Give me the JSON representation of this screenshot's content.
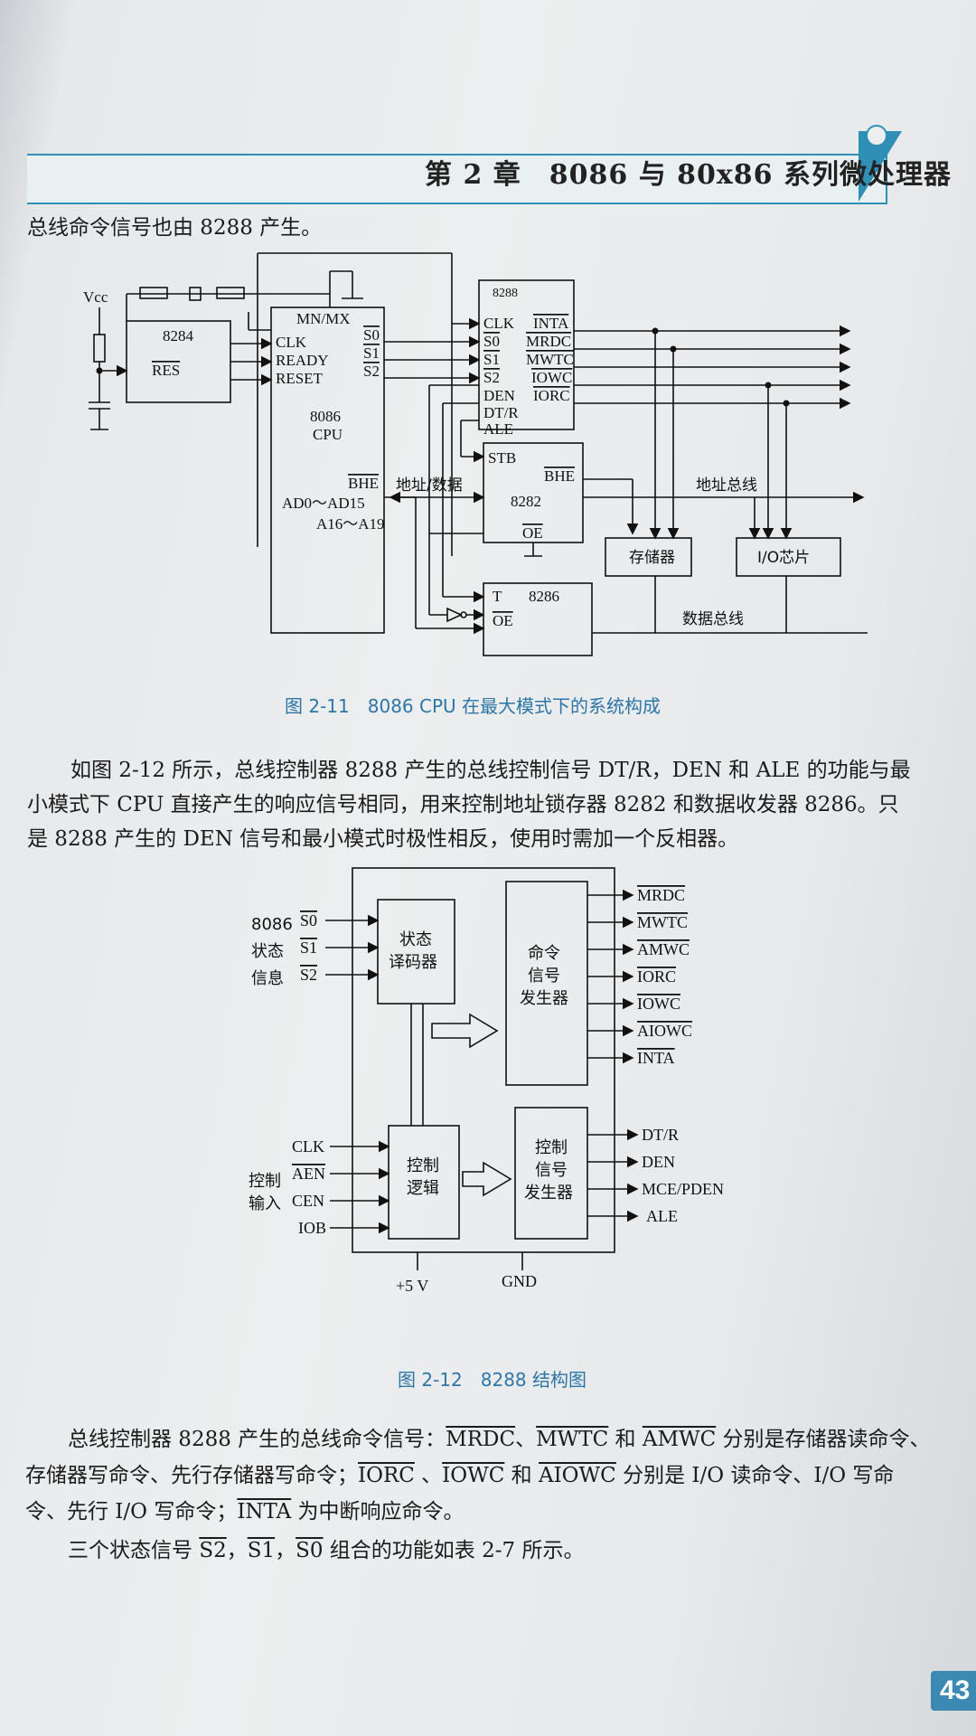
{
  "header": {
    "title": "第 2 章　8086 与 80x86 系列微处理器"
  },
  "intro_line": "总线命令信号也由 8288 产生。",
  "fig11": {
    "caption": "图 2-11　8086 CPU 在最大模式下的系统构成",
    "vcc": "Vcc",
    "c8284": "8284",
    "res": "RES",
    "mnmx": "MN/MX",
    "clk": "CLK",
    "ready": "READY",
    "reset": "RESET",
    "s0": "S0",
    "s1": "S1",
    "s2": "S2",
    "cpu_a": "8086",
    "cpu_b": "CPU",
    "bhe": "BHE",
    "ad": "AD0～AD15",
    "a16": "A16～A19",
    "addr_data": "地址/数据",
    "c8288": "8288",
    "inta": "INTA",
    "mrdc": "MRDC",
    "mwtc": "MWTC",
    "iowc": "IOWC",
    "iorc": "IORC",
    "den": "DEN",
    "dtr": "DT/R",
    "ale": "ALE",
    "stb": "STB",
    "c8282": "8282",
    "oe": "OE",
    "addr_bus": "地址总线",
    "memory": "存储器",
    "io_chip": "I/O芯片",
    "t": "T",
    "c8286": "8286",
    "data_bus": "数据总线"
  },
  "para1": [
    "如图 2-12 所示，总线控制器 8288 产生的总线控制信号 DT/R，DEN 和 ALE 的功能与最",
    "小模式下 CPU 直接产生的响应信号相同，用来控制地址锁存器 8282 和数据收发器 8286。只",
    "是 8288 产生的 DEN 信号和最小模式时极性相反，使用时需加一个反相器。"
  ],
  "fig12": {
    "caption": "图 2-12　8288 结构图",
    "status_label": [
      "8086",
      "状态",
      "信息"
    ],
    "s0": "S0",
    "s1": "S1",
    "s2": "S2",
    "decoder": [
      "状态",
      "译码器"
    ],
    "cmd_gen": [
      "命令",
      "信号",
      "发生器"
    ],
    "cmd_outputs": [
      "MRDC",
      "MWTC",
      "AMWC",
      "IORC",
      "IOWC",
      "AIOWC",
      "INTA"
    ],
    "ctrl_label": [
      "控制",
      "输入"
    ],
    "ctrl_inputs": [
      "CLK",
      "AEN",
      "CEN",
      "IOB"
    ],
    "logic": [
      "控制",
      "逻辑"
    ],
    "ctrl_gen": [
      "控制",
      "信号",
      "发生器"
    ],
    "ctrl_outputs": [
      "DT/R",
      "DEN",
      "MCE/PDEN",
      "ALE"
    ],
    "vcc": "+5 V",
    "gnd": "GND"
  },
  "para2": {
    "l1a": "总线控制器 8288 产生的总线命令信号：",
    "mrdc": "MRDC",
    "sep1": "、",
    "mwtc": "MWTC",
    "and1": " 和 ",
    "amwc": "AMWC",
    "l1b": " 分别是存储器读命令、",
    "l2a": "存储器写命令、先行存储器写命令；",
    "iorc": "IORC",
    "sep2": " 、",
    "iowc": "IOWC",
    "and2": " 和 ",
    "aiowc": "AIOWC",
    "l2b": " 分别是 I/O 读命令、I/O 写命",
    "l3a": "令、先行 I/O 写命令；",
    "inta": "INTA",
    "l3b": " 为中断响应命令。",
    "l4a": "三个状态信号 ",
    "s2": "S2",
    "c1": "，",
    "s1": "S1",
    "c2": "，",
    "s0": "S0",
    "l4b": " 组合的功能如表 2-7 所示。"
  },
  "page_number": "43"
}
